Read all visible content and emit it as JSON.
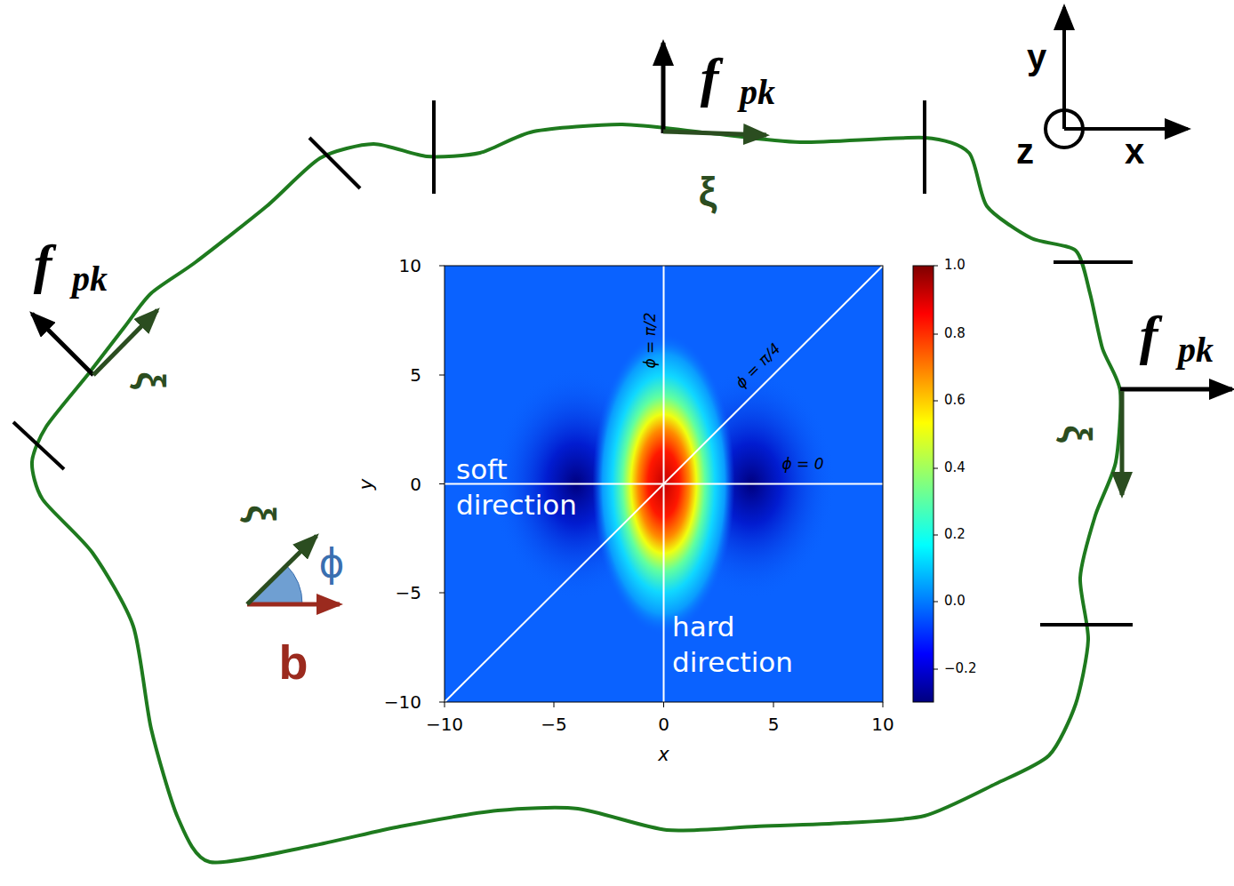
{
  "diagram": {
    "labels": [
      "f",
      "pk",
      "y",
      "ξ",
      "z",
      "x",
      "f",
      "pk",
      "ξ",
      "10",
      "5",
      "0",
      "−5",
      "−10",
      "y",
      "−10",
      "−5",
      "0",
      "5",
      "10",
      "x",
      "ϕ = π/2",
      "ϕ = π/4",
      "ϕ = 0",
      "soft direction",
      "hard direction",
      "1.0",
      "0.8",
      "0.6",
      "0.4",
      "0.2",
      "0.0",
      "−0.2",
      "f",
      "pk",
      "ξ",
      "ξ",
      "ϕ",
      "b"
    ]
  }
}
